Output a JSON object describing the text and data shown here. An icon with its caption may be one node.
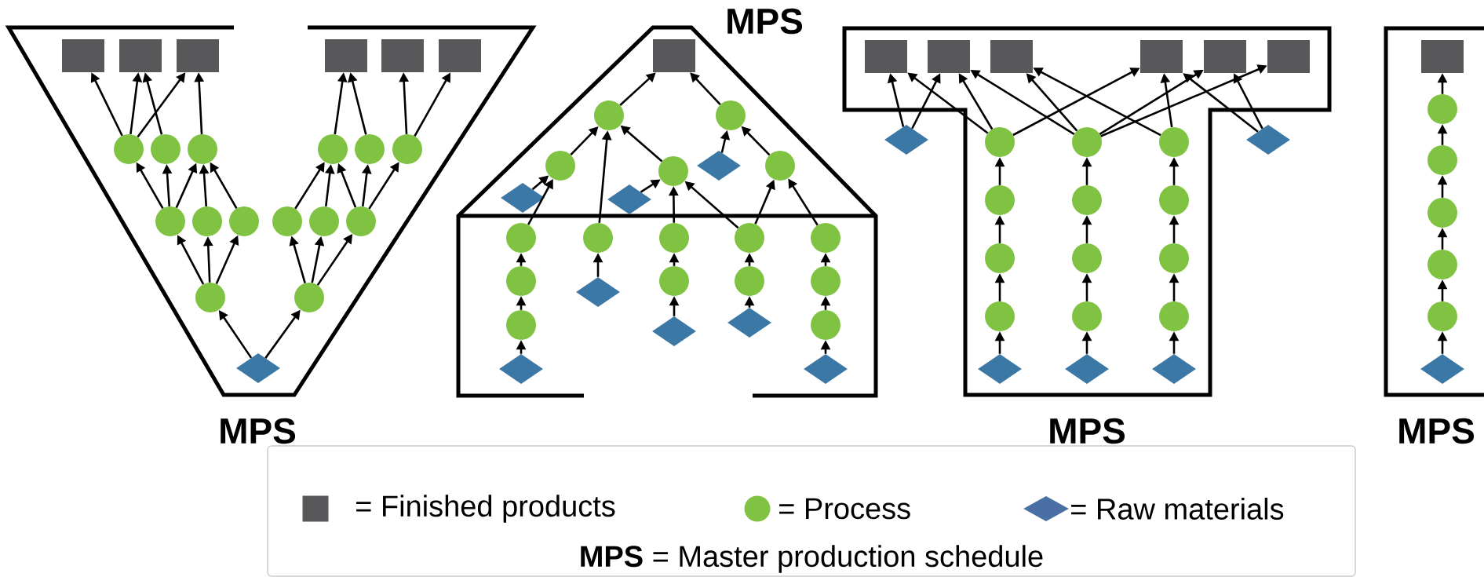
{
  "diagram": {
    "nodes": [
      {
        "text": [],
        "shape": "box"
      },
      {
        "text": [],
        "shape": "box"
      },
      {
        "text": [],
        "shape": "box"
      },
      {
        "text": [],
        "shape": "box"
      },
      {
        "text": [],
        "shape": "box"
      },
      {
        "text": [],
        "shape": "box"
      },
      {
        "text": [],
        "shape": "circle"
      },
      {
        "text": [],
        "shape": "circle"
      },
      {
        "text": [],
        "shape": "circle"
      },
      {
        "text": [],
        "shape": "circle"
      },
      {
        "text": [],
        "shape": "circle"
      },
      {
        "text": [],
        "shape": "circle"
      },
      {
        "text": [],
        "shape": "circle"
      },
      {
        "text": [],
        "shape": "circle"
      },
      {
        "text": [],
        "shape": "circle"
      },
      {
        "text": [],
        "shape": "circle"
      },
      {
        "text": [],
        "shape": "circle"
      },
      {
        "text": [],
        "shape": "circle"
      },
      {
        "text": [],
        "shape": "circle"
      },
      {
        "text": [],
        "shape": "circle"
      },
      {
        "text": [],
        "shape": "diamond"
      },
      {
        "text": [],
        "shape": "box"
      },
      {
        "text": [],
        "shape": "circle"
      },
      {
        "text": [],
        "shape": "circle"
      },
      {
        "text": [],
        "shape": "circle"
      },
      {
        "text": [],
        "shape": "diamond"
      },
      {
        "text": [],
        "shape": "circle"
      },
      {
        "text": [],
        "shape": "circle"
      },
      {
        "text": [],
        "shape": "diamond"
      },
      {
        "text": [],
        "shape": "diamond"
      },
      {
        "text": [],
        "shape": "circle"
      },
      {
        "text": [],
        "shape": "circle"
      },
      {
        "text": [],
        "shape": "circle"
      },
      {
        "text": [],
        "shape": "circle"
      },
      {
        "text": [],
        "shape": "circle"
      },
      {
        "text": [],
        "shape": "circle"
      },
      {
        "text": [],
        "shape": "circle"
      },
      {
        "text": [],
        "shape": "circle"
      },
      {
        "text": [],
        "shape": "circle"
      },
      {
        "text": [],
        "shape": "diamond"
      },
      {
        "text": [],
        "shape": "diamond"
      },
      {
        "text": [],
        "shape": "circle"
      },
      {
        "text": [],
        "shape": "circle"
      },
      {
        "text": [],
        "shape": "diamond"
      },
      {
        "text": [],
        "shape": "diamond"
      },
      {
        "text": [],
        "shape": "diamond"
      },
      {
        "text": [],
        "shape": "box"
      },
      {
        "text": [],
        "shape": "box"
      },
      {
        "text": [],
        "shape": "box"
      },
      {
        "text": [],
        "shape": "box"
      },
      {
        "text": [],
        "shape": "box"
      },
      {
        "text": [],
        "shape": "box"
      },
      {
        "text": [],
        "shape": "diamond"
      },
      {
        "text": [],
        "shape": "diamond"
      },
      {
        "text": [],
        "shape": "circle"
      },
      {
        "text": [],
        "shape": "circle"
      },
      {
        "text": [],
        "shape": "circle"
      },
      {
        "text": [],
        "shape": "circle"
      },
      {
        "text": [],
        "shape": "circle"
      },
      {
        "text": [],
        "shape": "circle"
      },
      {
        "text": [],
        "shape": "circle"
      },
      {
        "text": [],
        "shape": "circle"
      },
      {
        "text": [],
        "shape": "circle"
      },
      {
        "text": [],
        "shape": "circle"
      },
      {
        "text": [],
        "shape": "circle"
      },
      {
        "text": [],
        "shape": "circle"
      },
      {
        "text": [],
        "shape": "diamond"
      },
      {
        "text": [],
        "shape": "diamond"
      },
      {
        "text": [],
        "shape": "diamond"
      },
      {
        "text": [],
        "shape": "box"
      },
      {
        "text": [],
        "shape": "circle"
      },
      {
        "text": [],
        "shape": "circle"
      },
      {
        "text": [],
        "shape": "circle"
      },
      {
        "text": [],
        "shape": "circle"
      },
      {
        "text": [],
        "shape": "circle"
      },
      {
        "text": [],
        "shape": "diamond"
      }
    ],
    "edges": [
      {
        "from": 20,
        "to": 18,
        "arrow": "to"
      },
      {
        "from": 20,
        "to": 19,
        "arrow": "to"
      },
      {
        "from": 18,
        "to": 12,
        "arrow": "to"
      },
      {
        "from": 18,
        "to": 13,
        "arrow": "to"
      },
      {
        "from": 18,
        "to": 14,
        "arrow": "to"
      },
      {
        "from": 19,
        "to": 15,
        "arrow": "to"
      },
      {
        "from": 19,
        "to": 16,
        "arrow": "to"
      },
      {
        "from": 19,
        "to": 17,
        "arrow": "to"
      },
      {
        "from": 12,
        "to": 6,
        "arrow": "to"
      },
      {
        "from": 12,
        "to": 7,
        "arrow": "to"
      },
      {
        "from": 12,
        "to": 8,
        "arrow": "to"
      },
      {
        "from": 13,
        "to": 8,
        "arrow": "to"
      },
      {
        "from": 14,
        "to": 8,
        "arrow": "to"
      },
      {
        "from": 15,
        "to": 9,
        "arrow": "to"
      },
      {
        "from": 16,
        "to": 9,
        "arrow": "to"
      },
      {
        "from": 17,
        "to": 9,
        "arrow": "to"
      },
      {
        "from": 17,
        "to": 10,
        "arrow": "to"
      },
      {
        "from": 17,
        "to": 11,
        "arrow": "to"
      },
      {
        "from": 6,
        "to": 0,
        "arrow": "to"
      },
      {
        "from": 6,
        "to": 1,
        "arrow": "to"
      },
      {
        "from": 6,
        "to": 2,
        "arrow": "to"
      },
      {
        "from": 7,
        "to": 1,
        "arrow": "to"
      },
      {
        "from": 8,
        "to": 2,
        "arrow": "to"
      },
      {
        "from": 9,
        "to": 3,
        "arrow": "to"
      },
      {
        "from": 10,
        "to": 3,
        "arrow": "to"
      },
      {
        "from": 11,
        "to": 4,
        "arrow": "to"
      },
      {
        "from": 11,
        "to": 5,
        "arrow": "to"
      },
      {
        "from": 22,
        "to": 21,
        "arrow": "to"
      },
      {
        "from": 23,
        "to": 21,
        "arrow": "to"
      },
      {
        "from": 24,
        "to": 22,
        "arrow": "to"
      },
      {
        "from": 31,
        "to": 22,
        "arrow": "to"
      },
      {
        "from": 27,
        "to": 22,
        "arrow": "to"
      },
      {
        "from": 25,
        "to": 23,
        "arrow": "to"
      },
      {
        "from": 26,
        "to": 23,
        "arrow": "to"
      },
      {
        "from": 28,
        "to": 24,
        "arrow": "to"
      },
      {
        "from": 30,
        "to": 24,
        "arrow": "to"
      },
      {
        "from": 29,
        "to": 27,
        "arrow": "to"
      },
      {
        "from": 32,
        "to": 27,
        "arrow": "to"
      },
      {
        "from": 33,
        "to": 27,
        "arrow": "to"
      },
      {
        "from": 33,
        "to": 26,
        "arrow": "to"
      },
      {
        "from": 34,
        "to": 26,
        "arrow": "to"
      },
      {
        "from": 44,
        "to": 41,
        "arrow": "to"
      },
      {
        "from": 41,
        "to": 35,
        "arrow": "to"
      },
      {
        "from": 35,
        "to": 30,
        "arrow": "to"
      },
      {
        "from": 39,
        "to": 31,
        "arrow": "to"
      },
      {
        "from": 43,
        "to": 36,
        "arrow": "to"
      },
      {
        "from": 36,
        "to": 32,
        "arrow": "to"
      },
      {
        "from": 40,
        "to": 37,
        "arrow": "to"
      },
      {
        "from": 37,
        "to": 33,
        "arrow": "to"
      },
      {
        "from": 45,
        "to": 42,
        "arrow": "to"
      },
      {
        "from": 42,
        "to": 38,
        "arrow": "to"
      },
      {
        "from": 38,
        "to": 34,
        "arrow": "to"
      },
      {
        "from": 52,
        "to": 46,
        "arrow": "to"
      },
      {
        "from": 52,
        "to": 47,
        "arrow": "to"
      },
      {
        "from": 54,
        "to": 46,
        "arrow": "to"
      },
      {
        "from": 54,
        "to": 47,
        "arrow": "to"
      },
      {
        "from": 54,
        "to": 49,
        "arrow": "to"
      },
      {
        "from": 55,
        "to": 47,
        "arrow": "to"
      },
      {
        "from": 55,
        "to": 48,
        "arrow": "to"
      },
      {
        "from": 55,
        "to": 50,
        "arrow": "to"
      },
      {
        "from": 55,
        "to": 51,
        "arrow": "to"
      },
      {
        "from": 56,
        "to": 48,
        "arrow": "to"
      },
      {
        "from": 56,
        "to": 49,
        "arrow": "to"
      },
      {
        "from": 53,
        "to": 49,
        "arrow": "to"
      },
      {
        "from": 53,
        "to": 50,
        "arrow": "to"
      },
      {
        "from": 66,
        "to": 63,
        "arrow": "to"
      },
      {
        "from": 63,
        "to": 60,
        "arrow": "to"
      },
      {
        "from": 60,
        "to": 57,
        "arrow": "to"
      },
      {
        "from": 57,
        "to": 54,
        "arrow": "to"
      },
      {
        "from": 67,
        "to": 64,
        "arrow": "to"
      },
      {
        "from": 64,
        "to": 61,
        "arrow": "to"
      },
      {
        "from": 61,
        "to": 58,
        "arrow": "to"
      },
      {
        "from": 58,
        "to": 55,
        "arrow": "to"
      },
      {
        "from": 68,
        "to": 65,
        "arrow": "to"
      },
      {
        "from": 65,
        "to": 62,
        "arrow": "to"
      },
      {
        "from": 62,
        "to": 59,
        "arrow": "to"
      },
      {
        "from": 59,
        "to": 56,
        "arrow": "to"
      },
      {
        "from": 75,
        "to": 74,
        "arrow": "to"
      },
      {
        "from": 74,
        "to": 73,
        "arrow": "to"
      },
      {
        "from": 73,
        "to": 72,
        "arrow": "to"
      },
      {
        "from": 72,
        "to": 71,
        "arrow": "to"
      },
      {
        "from": 71,
        "to": 70,
        "arrow": "to"
      },
      {
        "from": 70,
        "to": 69,
        "arrow": "to"
      }
    ],
    "labels": [
      "MPS",
      "MPS",
      "MPS",
      "MPS",
      "**MPS** = Master production schedule"
    ],
    "legend": [
      {
        "text": "= Finished products",
        "color": "#58585a"
      },
      {
        "text": "= Process",
        "color": "#80c342"
      },
      {
        "text": "= Raw materials",
        "color": "#4a6fa5"
      }
    ]
  }
}
